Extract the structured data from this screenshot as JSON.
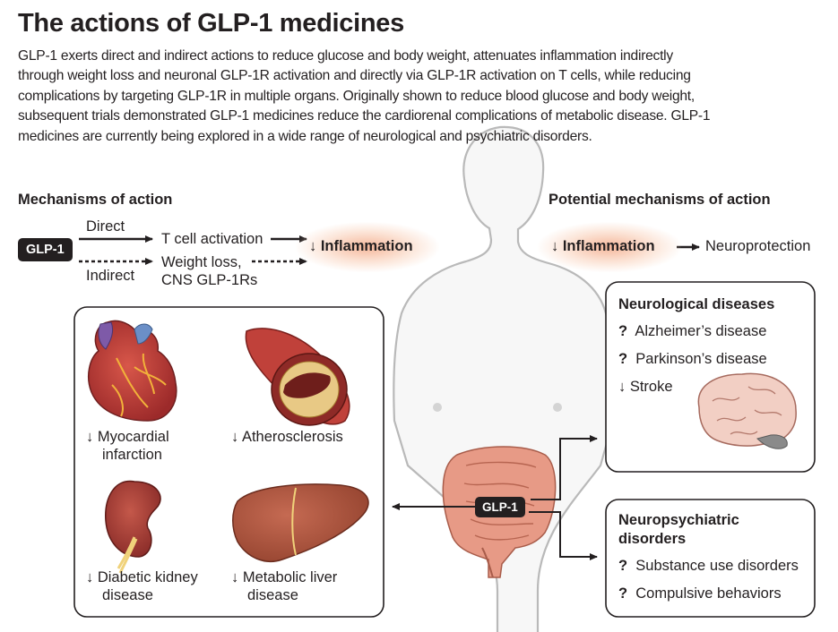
{
  "title": "The actions of GLP-1 medicines",
  "description_lines": [
    "GLP-1 exerts direct and indirect actions to reduce glucose and body weight, attenuates inflammation indirectly",
    "through weight loss and neuronal GLP-1R activation and directly via GLP-1R activation on T cells, while reducing",
    "complications by targeting GLP-1R in multiple organs. Originally shown to reduce blood glucose and body weight,",
    "subsequent trials demonstrated GLP-1 medicines reduce the cardiorenal complications of metabolic disease. GLP-1",
    "medicines are currently being explored in a wide range of neurological and psychiatric disorders."
  ],
  "mechanisms": {
    "header": "Mechanisms of action",
    "glp1_label": "GLP-1",
    "direct_label": "Direct",
    "indirect_label": "Indirect",
    "tcell_label": "T cell activation",
    "weight_loss_label": "Weight loss,",
    "cns_label": "CNS GLP-1Rs",
    "inflammation_arrow": "↓",
    "inflammation_label": "Inflammation"
  },
  "potential": {
    "header": "Potential mechanisms of action",
    "inflammation_arrow": "↓",
    "inflammation_label": "Inflammation",
    "neuroprotection_label": "Neuroprotection"
  },
  "organs": [
    {
      "arrow": "↓",
      "line1": "Myocardial",
      "line2": "infarction",
      "icon": "heart-icon"
    },
    {
      "arrow": "↓",
      "line1": "Atherosclerosis",
      "line2": "",
      "icon": "artery-icon"
    },
    {
      "arrow": "↓",
      "line1": "Diabetic kidney",
      "line2": "disease",
      "icon": "kidney-icon"
    },
    {
      "arrow": "↓",
      "line1": "Metabolic liver",
      "line2": "disease",
      "icon": "liver-icon"
    }
  ],
  "center_glp1_label": "GLP-1",
  "neurological": {
    "header": "Neurological diseases",
    "items": [
      {
        "marker": "?",
        "label": "Alzheimer’s disease"
      },
      {
        "marker": "?",
        "label": "Parkinson’s disease"
      },
      {
        "marker": "↓",
        "label": "Stroke"
      }
    ],
    "icon": "brain-icon"
  },
  "neuropsychiatric": {
    "header_line1": "Neuropsychiatric",
    "header_line2": "disorders",
    "items": [
      {
        "marker": "?",
        "label": "Substance use disorders"
      },
      {
        "marker": "?",
        "label": "Compulsive behaviors"
      }
    ]
  },
  "colors": {
    "ink": "#231f20",
    "glow": "#f5b496",
    "organ_red": "#c0413a",
    "liver": "#b5533f",
    "gut": "#e79a86",
    "brain": "#f2cfc4"
  }
}
